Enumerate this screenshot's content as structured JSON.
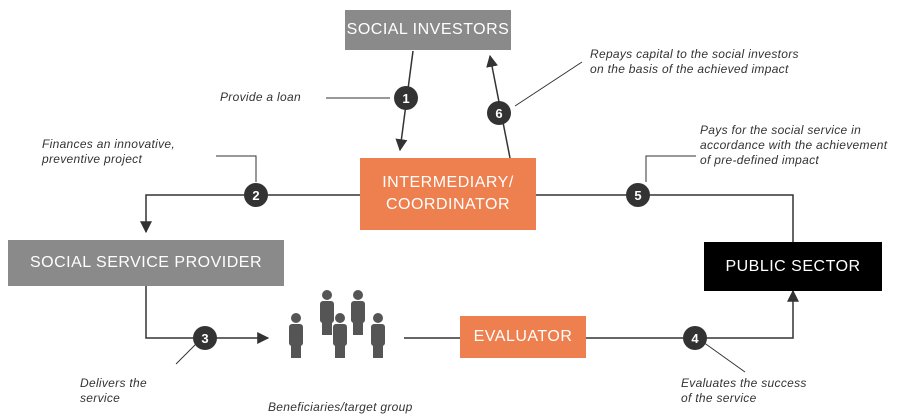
{
  "nodes": {
    "social_investors": "SOCIAL INVESTORS",
    "intermediary_line1": "INTERMEDIARY/",
    "intermediary_line2": "COORDINATOR",
    "social_service_provider": "SOCIAL SERVICE PROVIDER",
    "public_sector": "PUBLIC SECTOR",
    "evaluator": "EVALUATOR",
    "beneficiaries_label": "Beneficiaries/target group"
  },
  "steps": {
    "s1": "1",
    "s2": "2",
    "s3": "3",
    "s4": "4",
    "s5": "5",
    "s6": "6"
  },
  "notes": {
    "provide_loan": "Provide a loan",
    "finances_line1": "Finances an innovative,",
    "finances_line2": "preventive project",
    "repays_line1": "Repays capital to the social investors",
    "repays_line2": "on the basis of the achieved impact",
    "pays_line1": "Pays for the social service in",
    "pays_line2": "accordance with the achievement",
    "pays_line3": "of pre-defined impact",
    "delivers_line1": "Delivers the",
    "delivers_line2": "service",
    "evaluates_line1": "Evaluates the success",
    "evaluates_line2": "of the service"
  },
  "colors": {
    "gray_box": "#8a8a8a",
    "orange_box": "#ee7f4e",
    "black_box": "#000000",
    "step_circle": "#333333",
    "figure": "#555555"
  }
}
